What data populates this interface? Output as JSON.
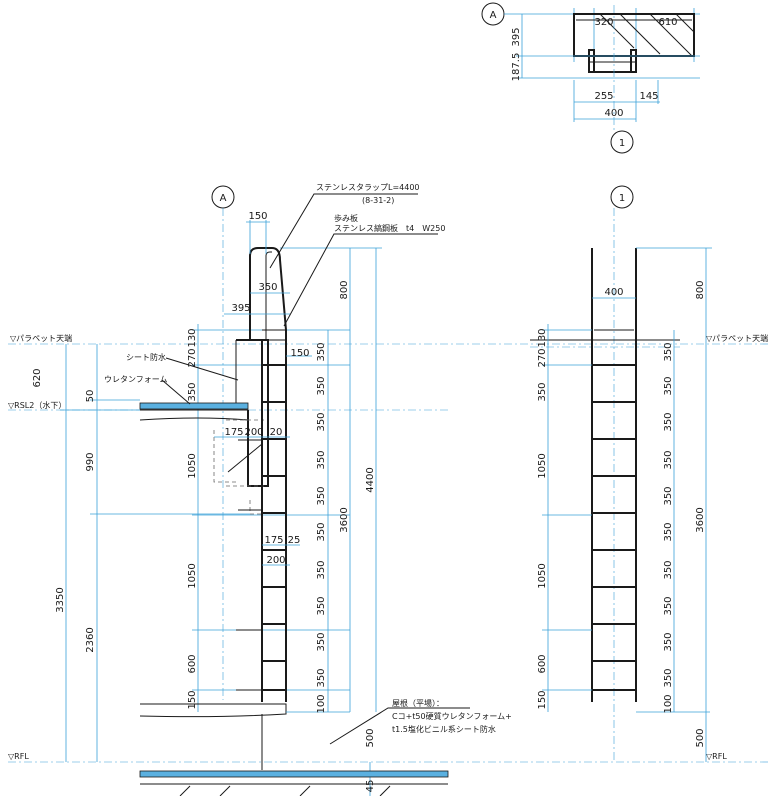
{
  "sections": {
    "plan_marker": "A",
    "elev_marker": "A",
    "front_marker_top": "1",
    "front_marker": "1"
  },
  "plan": {
    "dims": [
      "320",
      "610",
      "395",
      "187.5",
      "255",
      "145",
      "400"
    ]
  },
  "notes": {
    "strap": "ステンレスタラップL=4400",
    "strap_ref": "(8-31-2)",
    "step_title": "歩み板",
    "step_desc": "ステンレス縞鋼板　t4　W250",
    "sheet": "シート防水",
    "urethane": "ウレタンフォーム",
    "roof_title": "屋根（平場）：",
    "roof_line1": "Cコ+t50硬質ウレタンフォーム+",
    "roof_line2": "t1.5塩化ビニル系シート防水"
  },
  "levels": {
    "parapet": "▽パラペット天端",
    "rsl2": "▽RSL2（水下）",
    "rfl": "▽RFL",
    "parapet_r": "▽パラペット天端",
    "rfl_r": "▽RFL"
  },
  "elevation": {
    "top_dims": [
      "150",
      "350",
      "395",
      "150"
    ],
    "mid_dims": [
      "175",
      "200",
      "20",
      "175",
      "25",
      "200"
    ],
    "left_dims": [
      "620",
      "50",
      "990",
      "3350",
      "2360"
    ],
    "inner_dims": [
      "130",
      "270",
      "350",
      "1050",
      "1050",
      "600",
      "150"
    ],
    "rung_dims": [
      "350",
      "350",
      "350",
      "350",
      "350",
      "350",
      "350",
      "350",
      "350",
      "350",
      "100"
    ],
    "right_dims": [
      "800",
      "4400",
      "3600",
      "500",
      "45"
    ]
  },
  "front": {
    "top_dim": "400",
    "left_dims": [
      "130",
      "270",
      "350",
      "1050",
      "1050",
      "600",
      "150"
    ],
    "rung_dims": [
      "350",
      "350",
      "350",
      "350",
      "350",
      "350",
      "350",
      "350",
      "350",
      "350",
      "100"
    ],
    "right_dims": [
      "800",
      "3600",
      "500"
    ]
  }
}
